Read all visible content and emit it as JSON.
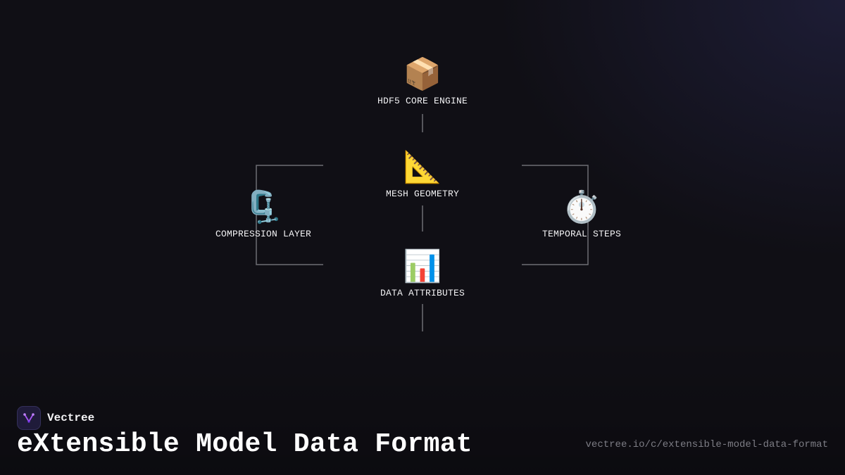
{
  "diagram": {
    "nodes": {
      "hdf5": {
        "icon": "📦",
        "icon_name": "package-icon",
        "label": "HDF5 CORE ENGINE"
      },
      "mesh": {
        "icon": "📐",
        "icon_name": "triangular-ruler-icon",
        "label": "MESH GEOMETRY"
      },
      "data": {
        "icon": "📊",
        "icon_name": "bar-chart-icon",
        "label": "DATA ATTRIBUTES"
      },
      "compression": {
        "icon": "🗜️",
        "icon_name": "clamp-icon",
        "label": "COMPRESSION LAYER"
      },
      "temporal": {
        "icon": "⏱️",
        "icon_name": "stopwatch-icon",
        "label": "TEMPORAL STEPS"
      }
    },
    "line_color": "#6e6e74"
  },
  "footer": {
    "brand_name": "Vectree",
    "title": "eXtensible Model Data Format",
    "url": "vectree.io/c/extensible-model-data-format",
    "brand_logo_color": "#a855f7"
  }
}
